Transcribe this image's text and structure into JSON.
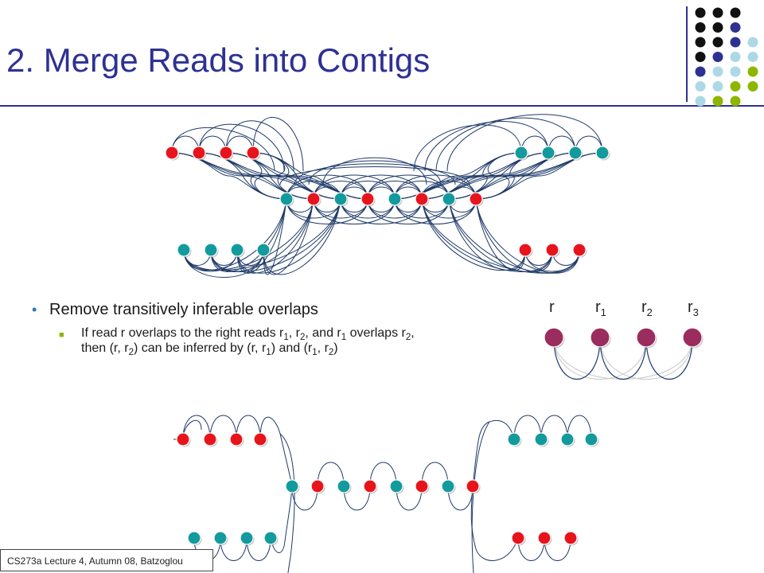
{
  "slide": {
    "title": "2. Merge Reads into Contigs",
    "footer": "CS273a Lecture 4, Autumn 08, Batzoglou"
  },
  "bullets": {
    "main": "Remove transitively inferable overlaps",
    "sub": [
      {
        "t": "If read r overlaps to the right reads r"
      },
      {
        "t": "1",
        "s": true
      },
      {
        "t": ", r"
      },
      {
        "t": "2",
        "s": true
      },
      {
        "t": ", and r"
      },
      {
        "t": "1",
        "s": true
      },
      {
        "t": " overlaps r"
      },
      {
        "t": "2",
        "s": true
      },
      {
        "t": ", then (r, r"
      },
      {
        "t": "2",
        "s": true
      },
      {
        "t": ") can be inferred by (r, r"
      },
      {
        "t": "1",
        "s": true
      },
      {
        "t": ") and (r"
      },
      {
        "t": "1",
        "s": true
      },
      {
        "t": ", r"
      },
      {
        "t": "2",
        "s": true
      },
      {
        "t": ")"
      }
    ]
  },
  "example": {
    "labels": [
      {
        "base": "r",
        "sub": ""
      },
      {
        "base": "r",
        "sub": "1"
      },
      {
        "base": "r",
        "sub": "2"
      },
      {
        "base": "r",
        "sub": "3"
      }
    ]
  },
  "colors": {
    "title": "#2E3192",
    "red_node": "#E8141B",
    "teal_node": "#139A9C",
    "purple_node": "#9B2C5E",
    "edge": "#1F3A68",
    "bullet": "#2E75B6",
    "sub_bullet": "#8DB600"
  }
}
